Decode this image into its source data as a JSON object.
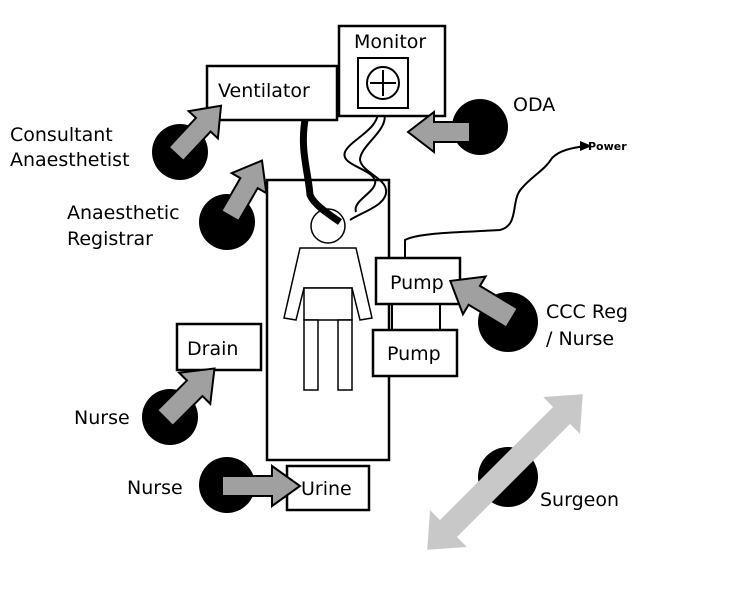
{
  "equipment": {
    "monitor": "Monitor",
    "ventilator": "Ventilator",
    "pump_upper": "Pump",
    "pump_lower": "Pump",
    "drain": "Drain",
    "urine": "Urine",
    "power": "Power"
  },
  "staff": {
    "consultant_line1": "Consultant",
    "consultant_line2": "Anaesthetist",
    "registrar_line1": "Anaesthetic",
    "registrar_line2": "Registrar",
    "oda": "ODA",
    "ccc_line1": "CCC Reg",
    "ccc_line2": "/ Nurse",
    "nurse_drain": "Nurse",
    "nurse_urine": "Nurse",
    "surgeon": "Surgeon"
  },
  "colors": {
    "arrow_fill": "#a0a0a0",
    "surgeon_arrow_fill": "#c8c8c8",
    "person_fill": "#000000",
    "line": "#000000"
  }
}
